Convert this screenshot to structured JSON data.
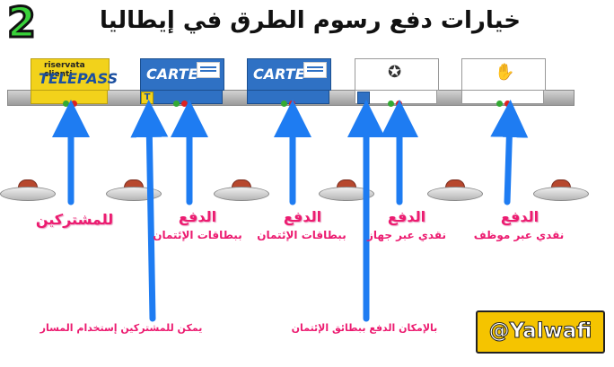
{
  "header": {
    "step_number": "2",
    "title": "خيارات دفع رسوم الطرق في إيطاليا"
  },
  "gates": {
    "telepass": {
      "subtitle": "riservata clienti",
      "brand": "TELEPASS"
    },
    "carte_1": {
      "brand": "CARTE"
    },
    "carte_2": {
      "brand": "CARTE"
    },
    "telepass_lane_badge": "T"
  },
  "labels": {
    "subscribers": "للمشتركين",
    "card_1_title": "الدفع",
    "card_1_sub": "ببطاقات الإئتمان",
    "card_2_title": "الدفع",
    "card_2_sub": "ببطاقات الإئتمان",
    "machine_title": "الدفع",
    "machine_sub": "نقدي عبر جهاز",
    "staff_title": "الدفع",
    "staff_sub": "نقدي عبر موظف",
    "note_subscribers_lane": "يمكن للمشتركين إستخدام المسار",
    "note_card_lane": "بالإمكان الدفع ببطائق الإئتمان"
  },
  "handle": "@Yalwafi",
  "colors": {
    "arrow": "#1e7cf2",
    "label_pink": "#ec1b70",
    "telepass_yellow": "#f2d21b",
    "carte_blue": "#2f71c4",
    "number_green": "#39d23a"
  }
}
